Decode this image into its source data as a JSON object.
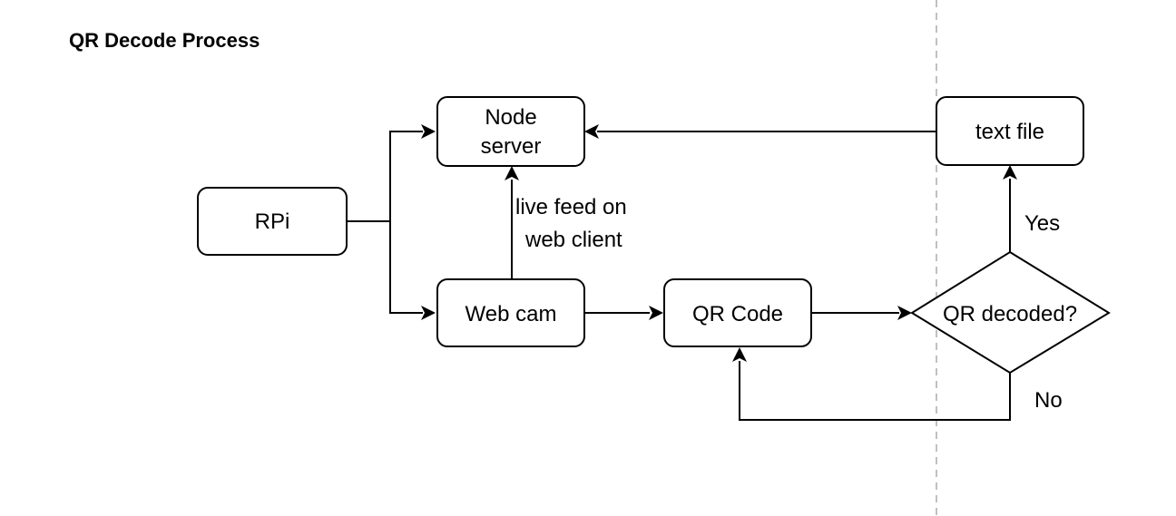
{
  "title": "QR Decode Process",
  "nodes": {
    "rpi": "RPi",
    "node_server": [
      "Node",
      "server"
    ],
    "web_cam": "Web cam",
    "qr_code": "QR Code",
    "decision": "QR decoded?",
    "text_file": "text file"
  },
  "edge_labels": {
    "live_feed": [
      "live feed on",
      "web client"
    ],
    "yes": "Yes",
    "no": "No"
  },
  "colors": {
    "stroke": "#000000",
    "fill": "#ffffff",
    "divider": "#c0c0c0"
  }
}
